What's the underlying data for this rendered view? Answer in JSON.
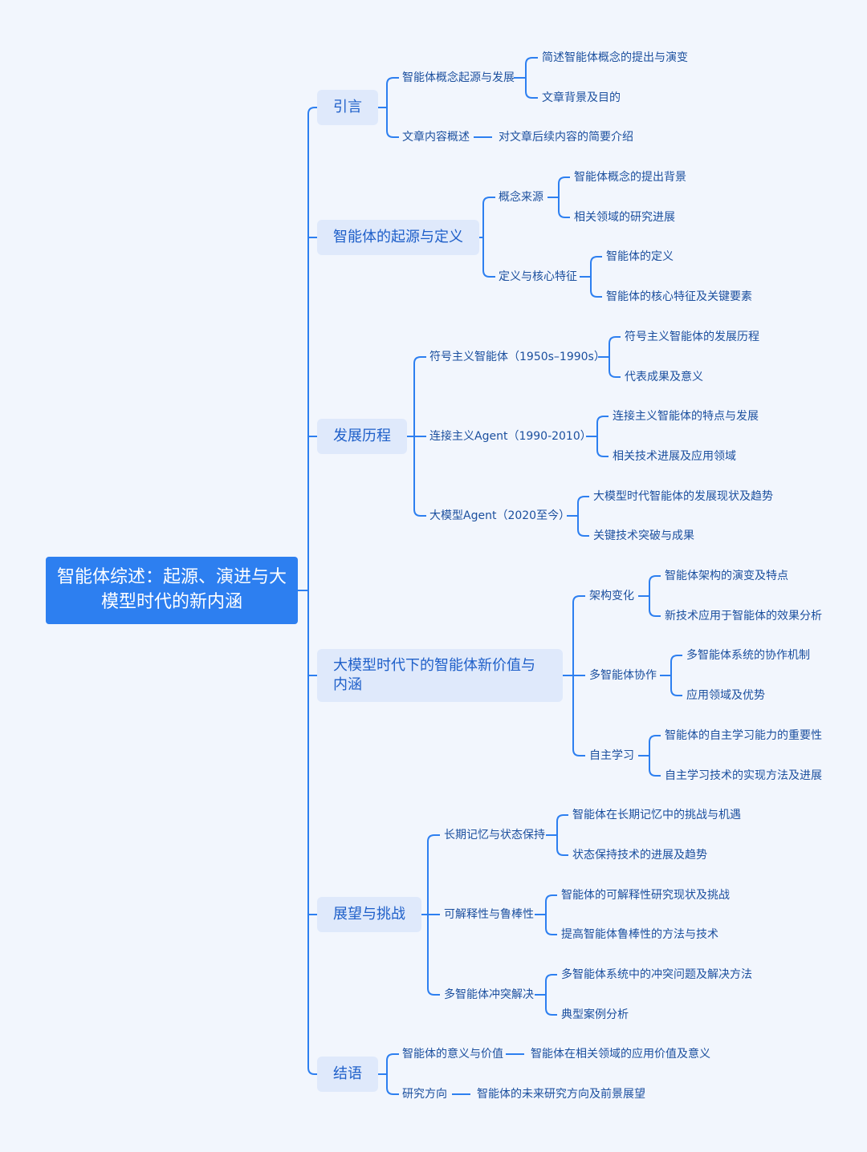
{
  "root": "智能体综述：起源、演进与大模型时代的新内涵",
  "branches": [
    {
      "label": "引言",
      "children": [
        {
          "label": "智能体概念起源与发展",
          "children": [
            "简述智能体概念的提出与演变",
            "文章背景及目的"
          ]
        },
        {
          "label": "文章内容概述",
          "children": [
            "对文章后续内容的简要介绍"
          ]
        }
      ]
    },
    {
      "label": "智能体的起源与定义",
      "children": [
        {
          "label": "概念来源",
          "children": [
            "智能体概念的提出背景",
            "相关领域的研究进展"
          ]
        },
        {
          "label": "定义与核心特征",
          "children": [
            "智能体的定义",
            "智能体的核心特征及关键要素"
          ]
        }
      ]
    },
    {
      "label": "发展历程",
      "children": [
        {
          "label": "符号主义智能体（1950s–1990s）",
          "children": [
            "符号主义智能体的发展历程",
            "代表成果及意义"
          ]
        },
        {
          "label": "连接主义Agent（1990-2010）",
          "children": [
            "连接主义智能体的特点与发展",
            "相关技术进展及应用领域"
          ]
        },
        {
          "label": "大模型Agent（2020至今）",
          "children": [
            "大模型时代智能体的发展现状及趋势",
            "关键技术突破与成果"
          ]
        }
      ]
    },
    {
      "label": "大模型时代下的智能体新价值与内涵",
      "children": [
        {
          "label": "架构变化",
          "children": [
            "智能体架构的演变及特点",
            "新技术应用于智能体的效果分析"
          ]
        },
        {
          "label": "多智能体协作",
          "children": [
            "多智能体系统的协作机制",
            "应用领域及优势"
          ]
        },
        {
          "label": "自主学习",
          "children": [
            "智能体的自主学习能力的重要性",
            "自主学习技术的实现方法及进展"
          ]
        }
      ]
    },
    {
      "label": "展望与挑战",
      "children": [
        {
          "label": "长期记忆与状态保持",
          "children": [
            "智能体在长期记忆中的挑战与机遇",
            "状态保持技术的进展及趋势"
          ]
        },
        {
          "label": "可解释性与鲁棒性",
          "children": [
            "智能体的可解释性研究现状及挑战",
            "提高智能体鲁棒性的方法与技术"
          ]
        },
        {
          "label": "多智能体冲突解决",
          "children": [
            "多智能体系统中的冲突问题及解决方法",
            "典型案例分析"
          ]
        }
      ]
    },
    {
      "label": "结语",
      "children": [
        {
          "label": "智能体的意义与价值",
          "children": [
            "智能体在相关领域的应用价值及意义"
          ]
        },
        {
          "label": "研究方向",
          "children": [
            "智能体的未来研究方向及前景展望"
          ]
        }
      ]
    }
  ],
  "colors": {
    "line": "#2d7ff0",
    "root_bg": "#2d7ff0",
    "branch_bg": "#dfe9fb",
    "text": "#1b4f9e"
  }
}
